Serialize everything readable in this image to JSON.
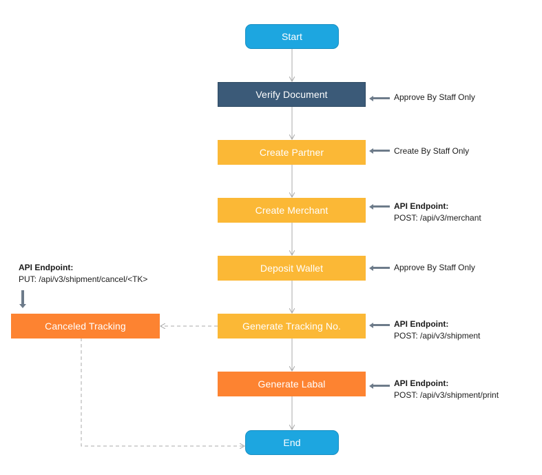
{
  "nodes": {
    "start": "Start",
    "verify_document": "Verify Document",
    "create_partner": "Create Partner",
    "create_merchant": "Create Merchant",
    "deposit_wallet": "Deposit Wallet",
    "generate_tracking": "Generate Tracking No.",
    "generate_label": "Generate Labal",
    "canceled_tracking": "Canceled Tracking",
    "end": "End"
  },
  "notes": {
    "verify_document": "Approve By Staff Only",
    "create_partner": "Create By Staff Only",
    "create_merchant": {
      "title": "API Endpoint:",
      "text": "POST: /api/v3/merchant"
    },
    "deposit_wallet": "Approve By Staff Only",
    "generate_tracking": {
      "title": "API Endpoint:",
      "text": "POST: /api/v3/shipment"
    },
    "generate_label": {
      "title": "API Endpoint:",
      "text": "POST: /api/v3/shipment/print"
    },
    "canceled_tracking": {
      "title": "API Endpoint:",
      "text": "PUT: /api/v3/shipment/cancel/<TK>"
    }
  },
  "colors": {
    "terminal": "#1da6e0",
    "verify": "#3b5a78",
    "step": "#fbb836",
    "highlight": "#fd8331",
    "connector": "#a8a8a8",
    "pointer": "#6d7b8a"
  }
}
